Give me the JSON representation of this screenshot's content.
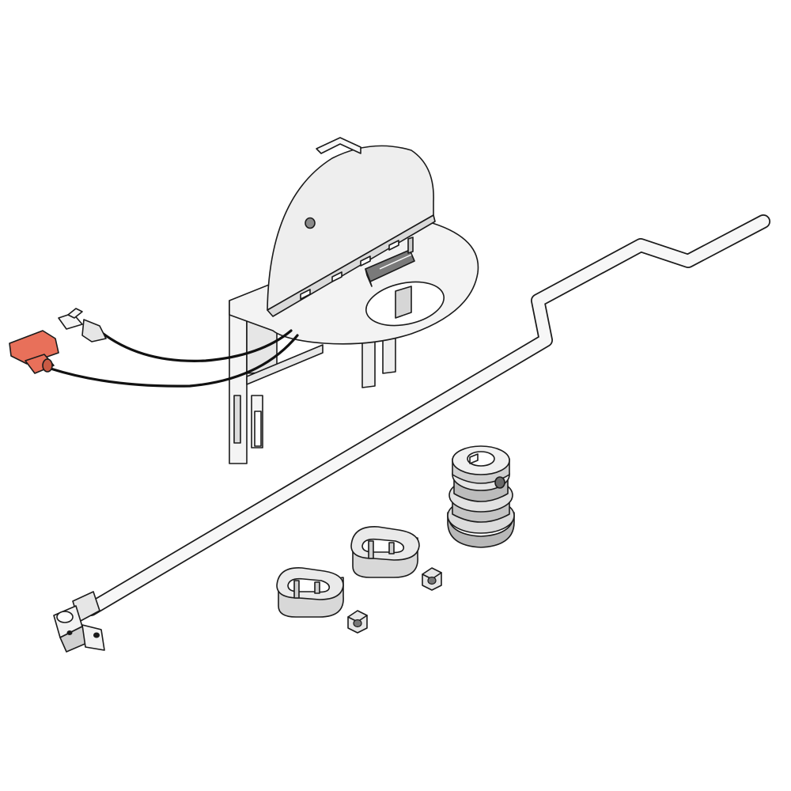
{
  "diagram": {
    "parts": [
      {
        "name": "switch-bracket-assembly"
      },
      {
        "name": "drive-shaft-rod"
      },
      {
        "name": "universal-joint"
      },
      {
        "name": "v-belt-pulley"
      },
      {
        "name": "spacer-clip-left"
      },
      {
        "name": "spacer-clip-right"
      },
      {
        "name": "lock-nut-left"
      },
      {
        "name": "lock-nut-right"
      },
      {
        "name": "fork-terminal-wire"
      },
      {
        "name": "spade-terminal-wire"
      }
    ],
    "colors": {
      "outline": "#1a1a1a",
      "metal_light": "#f2f2f2",
      "metal_mid": "#dcdcdc",
      "metal_dark": "#b8b8b8",
      "terminal_insulator": "#e8705a",
      "wire": "#111111"
    },
    "icons": [
      "bracket-icon",
      "rod-icon",
      "pulley-icon",
      "clip-icon",
      "nut-icon",
      "terminal-icon"
    ]
  }
}
